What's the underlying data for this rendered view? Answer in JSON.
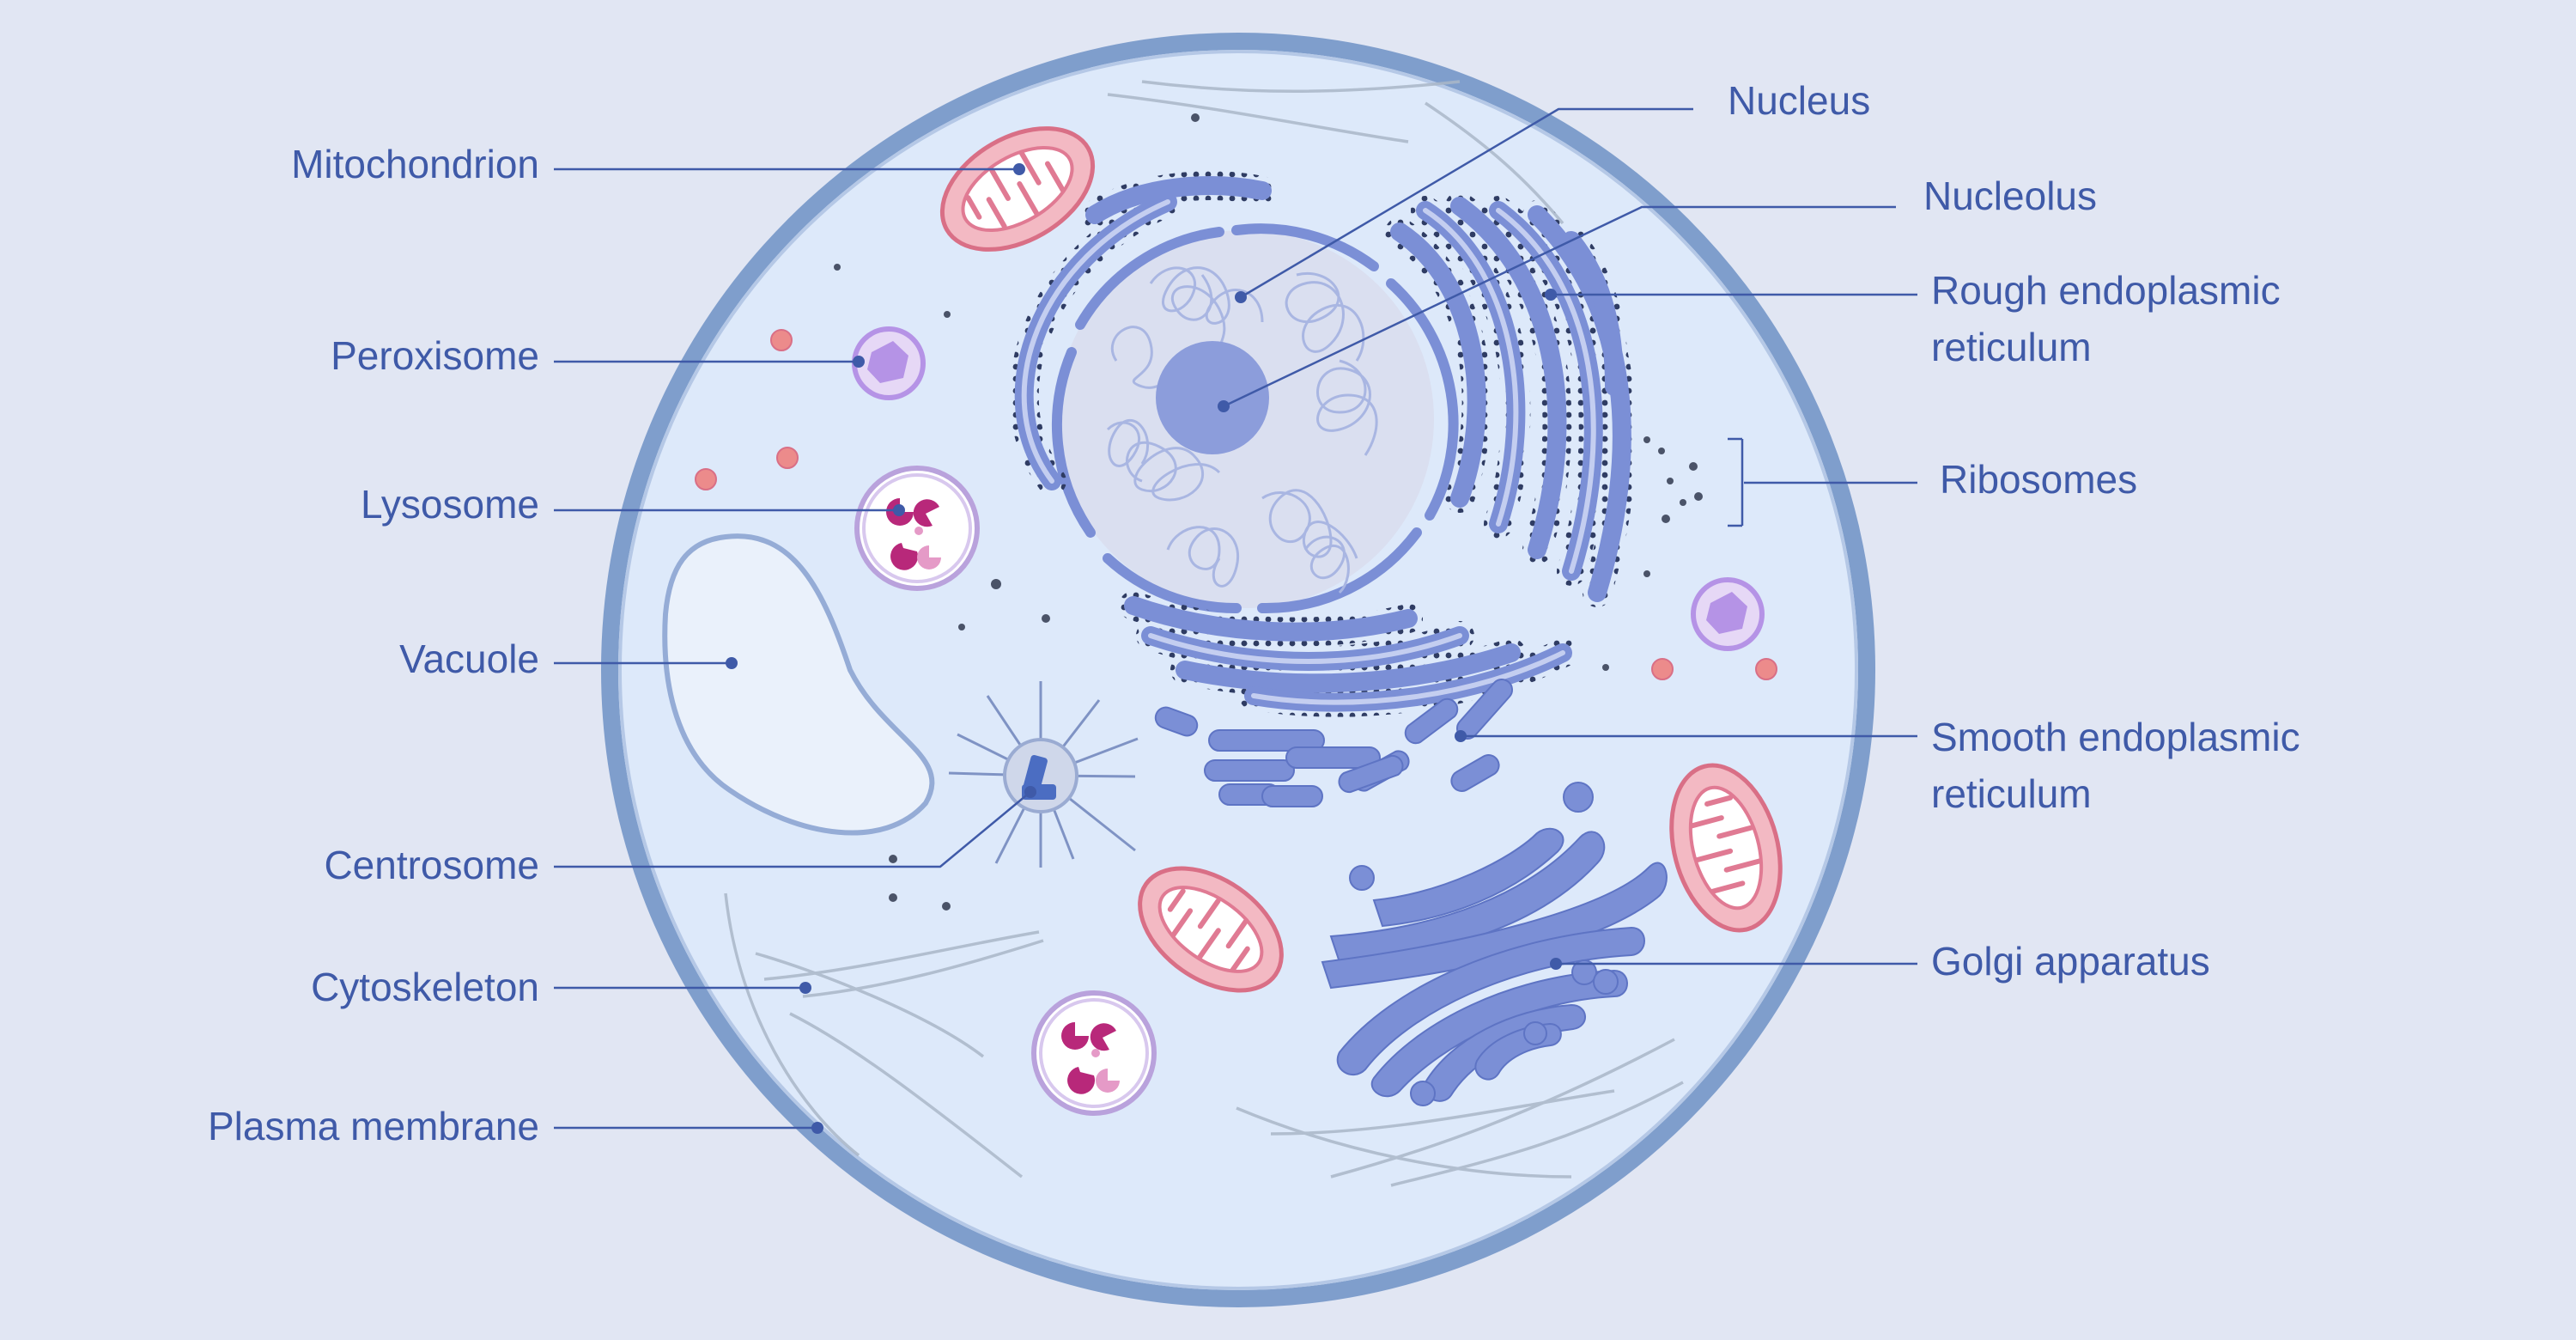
{
  "labels": {
    "mitochondrion": "Mitochondrion",
    "peroxisome": "Peroxisome",
    "lysosome": "Lysosome",
    "vacuole": "Vacuole",
    "centrosome": "Centrosome",
    "cytoskeleton": "Cytoskeleton",
    "plasma_membrane": "Plasma membrane",
    "nucleus": "Nucleus",
    "nucleolus": "Nucleolus",
    "rough_er_line1": "Rough endoplasmic",
    "rough_er_line2": "reticulum",
    "ribosomes": "Ribosomes",
    "smooth_er_line1": "Smooth endoplasmic",
    "smooth_er_line2": "reticulum",
    "golgi": "Golgi apparatus"
  },
  "colors": {
    "background": "#e1e6f3",
    "cytoplasm": "#dde9fa",
    "membrane": "#7f9ecc",
    "organelle_blue": "#7b8fd6",
    "label_text": "#3f5aa8",
    "mitochondrion_fill": "#f3b9c3",
    "mitochondrion_stroke": "#d96f86",
    "lysosome_enzymes": "#b8287a",
    "peroxisome": "#b593e6",
    "nucleolus": "#8c9ddb"
  }
}
